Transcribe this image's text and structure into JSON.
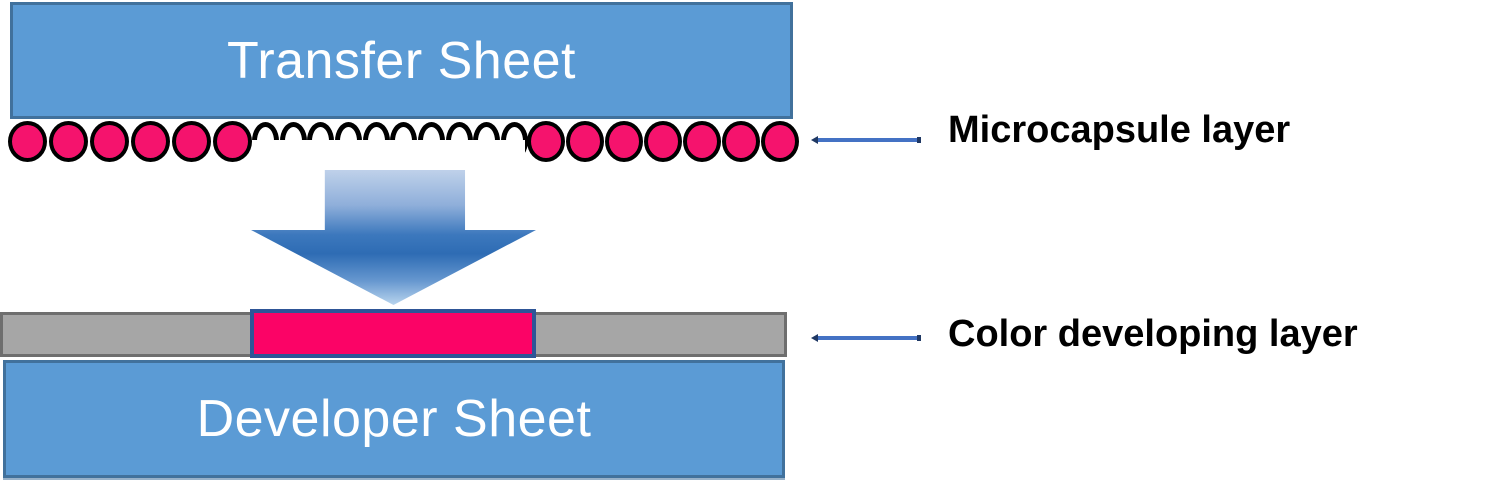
{
  "diagram": {
    "transfer_sheet_label": "Transfer Sheet",
    "developer_sheet_label": "Developer Sheet",
    "annotations": {
      "microcapsule": "Microcapsule layer",
      "color_developing": "Color developing layer"
    },
    "capsules": {
      "left_count": 6,
      "burst_count": 10,
      "right_count": 7
    },
    "icons": {
      "down_arrow": "down-arrow",
      "microcapsule": "filled-circle",
      "burst_capsule": "open-arc"
    },
    "colors": {
      "sheet_blue": "#5B9BD5",
      "sheet_border": "#41719C",
      "capsule_pink": "#F5136D",
      "capsule_outline": "#000000",
      "released_white": "#FFFFFF",
      "developed_pink": "#FB0366",
      "developed_border": "#2E5597",
      "gray_layer": "#A6A6A6",
      "gray_border": "#6E6E6E",
      "connector_blue": "#4472C4",
      "connector_end": "#1F3864",
      "arrow_light": "#BFD1EA",
      "arrow_mid": "#8FAFDA",
      "arrow_dark": "#2E6CB4",
      "arrow_tip": "#B9D5EE",
      "label_text": "#000000",
      "sheet_text": "#FFFFFF"
    }
  }
}
